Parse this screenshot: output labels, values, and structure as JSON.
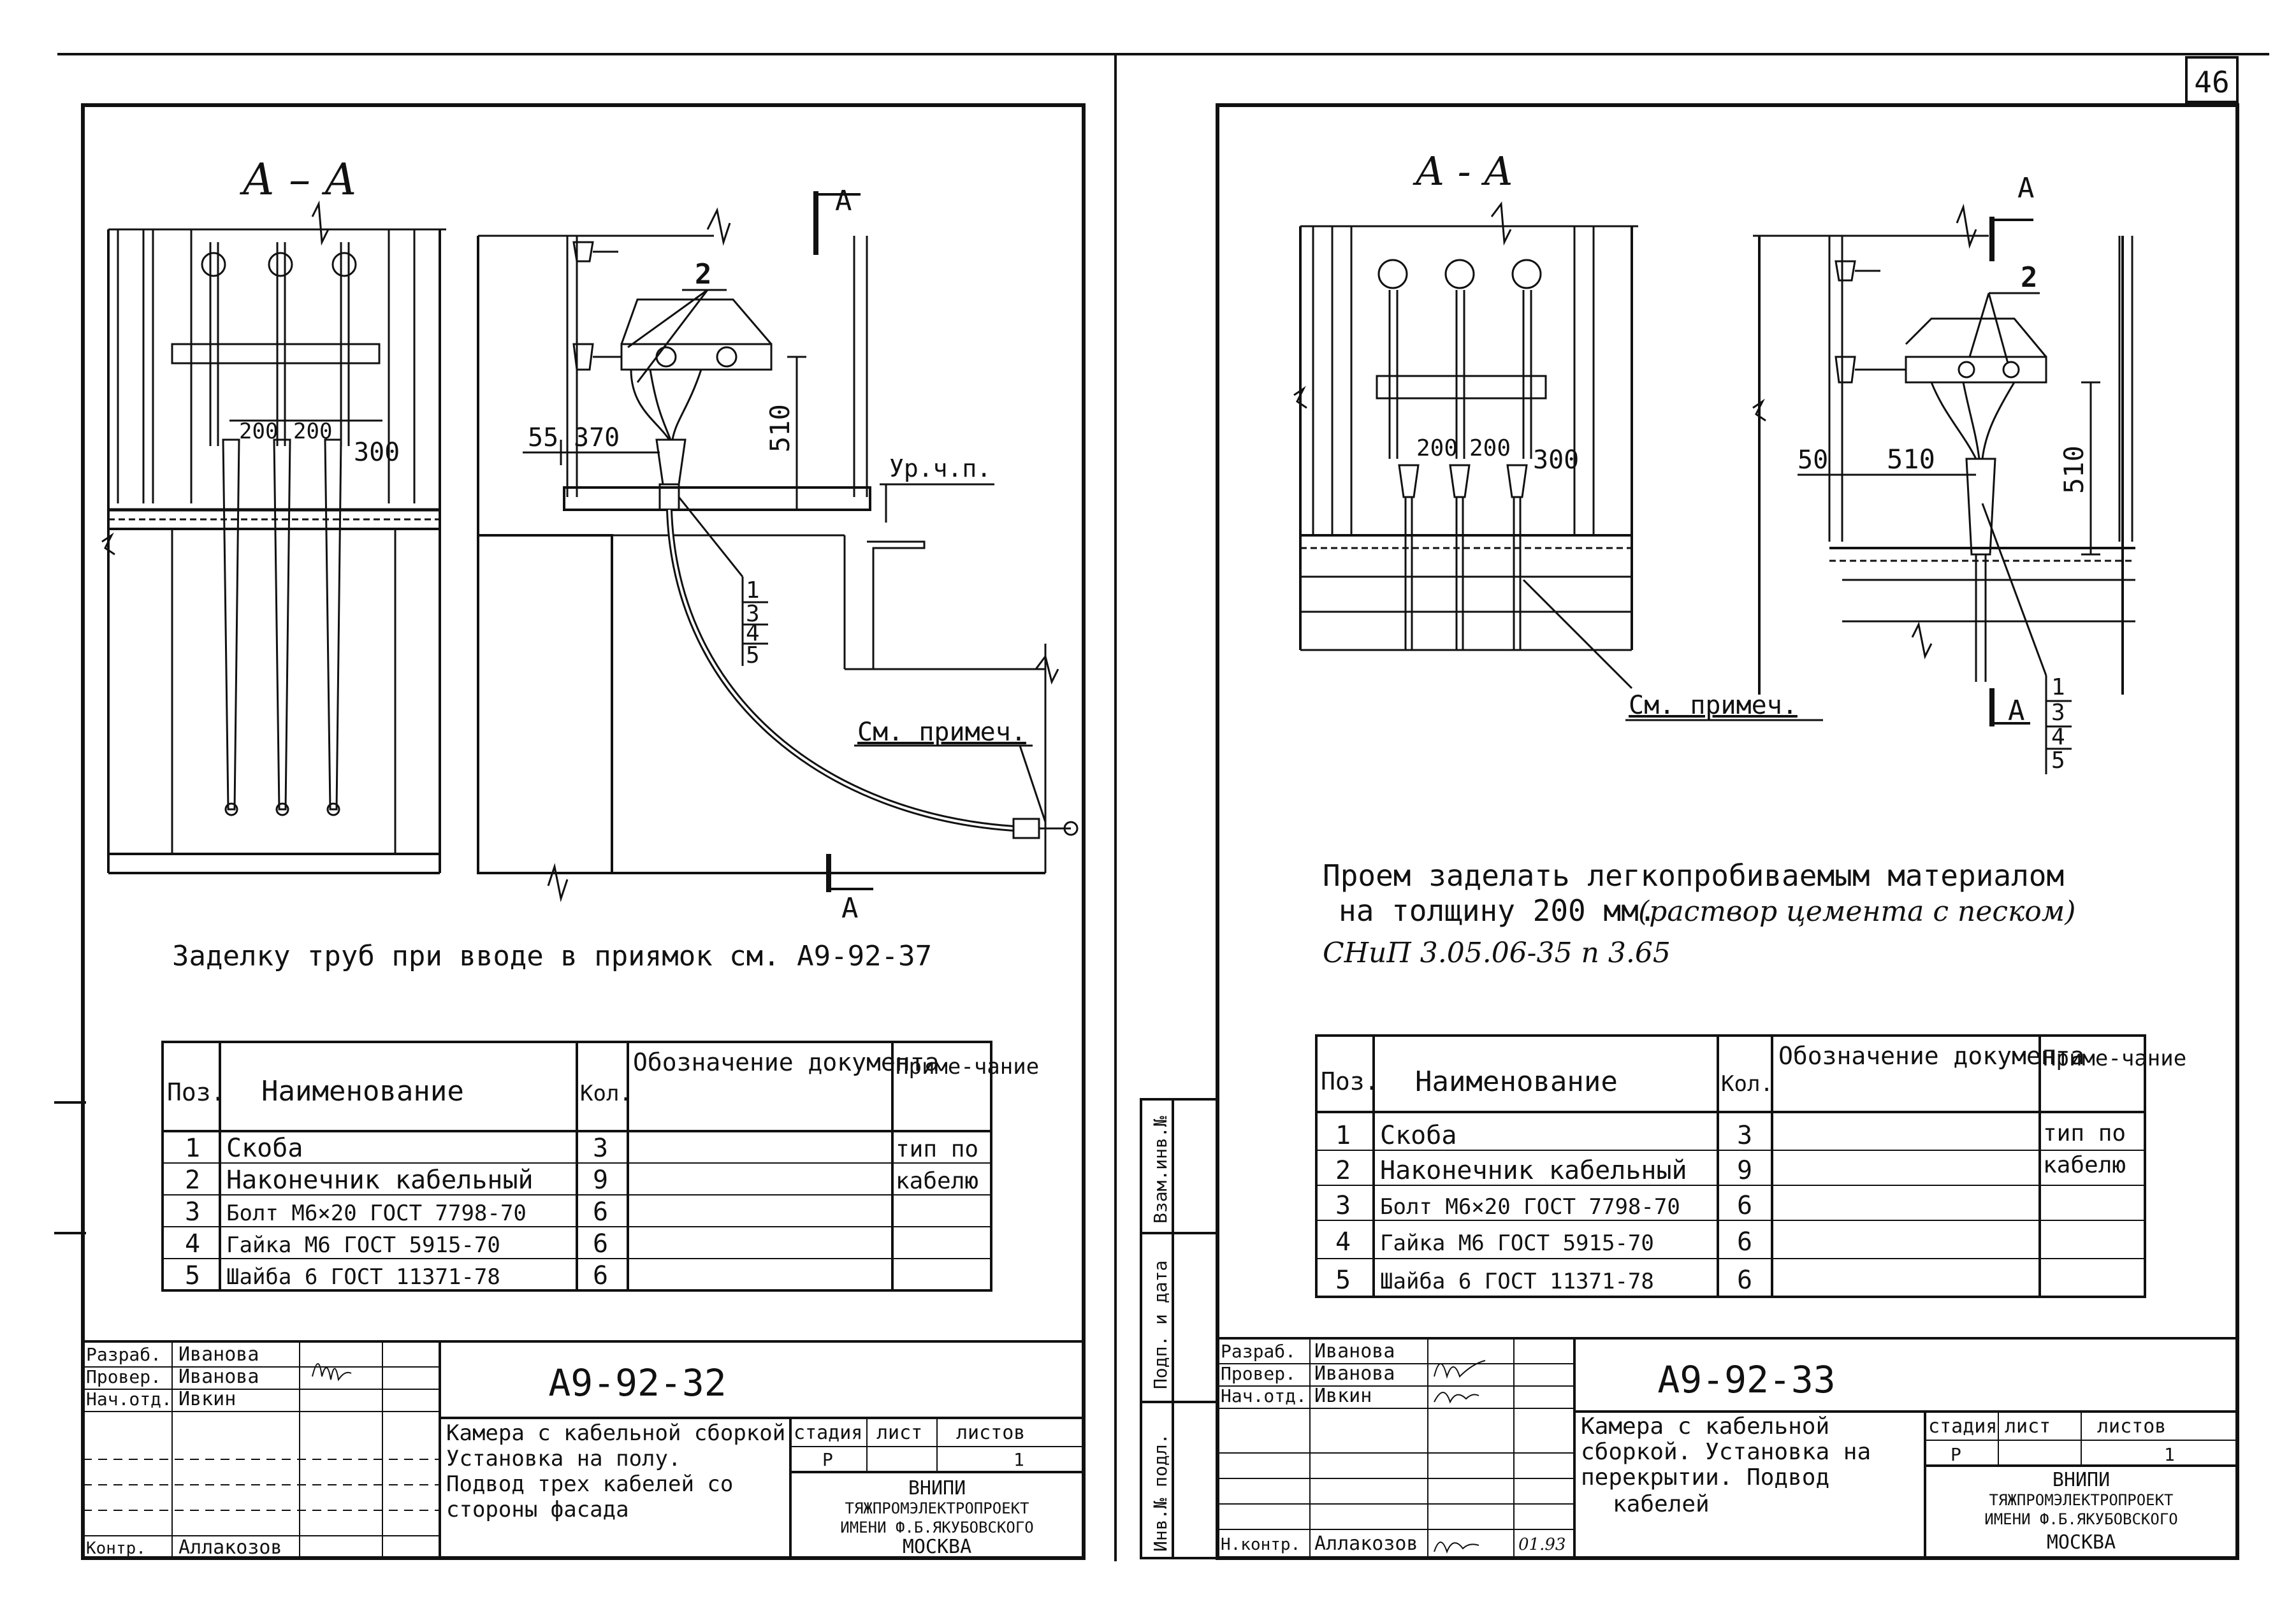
{
  "page_number": "46",
  "left": {
    "section_label": "А – А",
    "cut_mark": "А",
    "dims": {
      "d55": "55",
      "d370": "370",
      "d510": "510",
      "d200a": "200",
      "d200b": "200",
      "d300": "300"
    },
    "level_label": "Ур.ч.п.",
    "callout": "2",
    "legs": [
      "1",
      "3",
      "4",
      "5"
    ],
    "see_note": "См. примеч.",
    "note": "Заделку труб при вводе в приямок см. А9-92-37",
    "table": {
      "headers": {
        "pos": "Поз.",
        "name": "Наименование",
        "qty": "Кол.",
        "doc": "Обозначение документа",
        "remark": "Приме-чание"
      },
      "rows": [
        {
          "pos": "1",
          "name": "Скоба",
          "qty": "3",
          "doc": "",
          "remark": "тип по"
        },
        {
          "pos": "2",
          "name": "Наконечник кабельный",
          "qty": "9",
          "doc": "",
          "remark": "кабелю"
        },
        {
          "pos": "3",
          "name": "Болт М6×20 ГОСТ 7798-70",
          "qty": "6",
          "doc": "",
          "remark": ""
        },
        {
          "pos": "4",
          "name": "Гайка М6 ГОСТ 5915-70",
          "qty": "6",
          "doc": "",
          "remark": ""
        },
        {
          "pos": "5",
          "name": "Шайба 6 ГОСТ 11371-78",
          "qty": "6",
          "doc": "",
          "remark": ""
        }
      ]
    },
    "stamp": {
      "code": "А9-92-32",
      "roles": [
        "Разраб.",
        "Провер.",
        "Нач.отд."
      ],
      "names": [
        "Иванова",
        "Иванова",
        "Ивкин"
      ],
      "kontr_role": "Контр.",
      "kontr_name": "Аллакозов",
      "title": [
        "Камера с кабельной сборкой",
        "Установка на полу.",
        "Подвод трех кабелей со",
        "стороны фасада"
      ],
      "stadia_label": "стадия",
      "list_label": "лист",
      "listov_label": "листов",
      "stadia": "Р",
      "listov": "1",
      "org": [
        "ВНИПИ",
        "ТЯЖПРОМЭЛЕКТРОПРОЕКТ",
        "ИМЕНИ Ф.Б.ЯКУБОВСКОГО",
        "МОСКВА"
      ]
    }
  },
  "right": {
    "section_label": "А - А",
    "cut_mark": "А",
    "dims": {
      "d50": "50",
      "d510": "510",
      "d510v": "510",
      "d200a": "200",
      "d200b": "200",
      "d300": "300"
    },
    "callout": "2",
    "legs": [
      "1",
      "3",
      "4",
      "5"
    ],
    "see_note": "См. примеч.",
    "note_line1": "Проем заделать легкопробиваемым материалом",
    "note_line2": "на толщину 200 мм.",
    "note_hand": "(раствор цемента с песком)",
    "note_snip": "СНиП 3.05.06-35 п 3.65",
    "table": {
      "headers": {
        "pos": "Поз.",
        "name": "Наименование",
        "qty": "Кол.",
        "doc": "Обозначение документа",
        "remark": "Приме-чание"
      },
      "rows": [
        {
          "pos": "1",
          "name": "Скоба",
          "qty": "3",
          "doc": "",
          "remark": "тип по"
        },
        {
          "pos": "2",
          "name": "Наконечник кабельный",
          "qty": "9",
          "doc": "",
          "remark": "кабелю"
        },
        {
          "pos": "3",
          "name": "Болт М6×20 ГОСТ 7798-70",
          "qty": "6",
          "doc": "",
          "remark": ""
        },
        {
          "pos": "4",
          "name": "Гайка М6 ГОСТ 5915-70",
          "qty": "6",
          "doc": "",
          "remark": ""
        },
        {
          "pos": "5",
          "name": "Шайба 6 ГОСТ 11371-78",
          "qty": "6",
          "doc": "",
          "remark": ""
        }
      ]
    },
    "side_labels": [
      "Взам.инв.№",
      "Подп. и дата",
      "Инв.№ подл."
    ],
    "stamp": {
      "code": "А9-92-33",
      "roles": [
        "Разраб.",
        "Провер.",
        "Нач.отд."
      ],
      "names": [
        "Иванова",
        "Иванова",
        "Ивкин"
      ],
      "kontr_role": "Н.контр.",
      "kontr_name": "Аллакозов",
      "date": "01.93",
      "title": [
        "Камера с кабельной",
        "сборкой. Установка на",
        "перекрытии. Подвод",
        "кабелей"
      ],
      "stadia_label": "стадия",
      "list_label": "лист",
      "listov_label": "листов",
      "stadia": "Р",
      "listov": "1",
      "org": [
        "ВНИПИ",
        "ТЯЖПРОМЭЛЕКТРОПРОЕКТ",
        "ИМЕНИ Ф.Б.ЯКУБОВСКОГО",
        "МОСКВА"
      ]
    }
  }
}
